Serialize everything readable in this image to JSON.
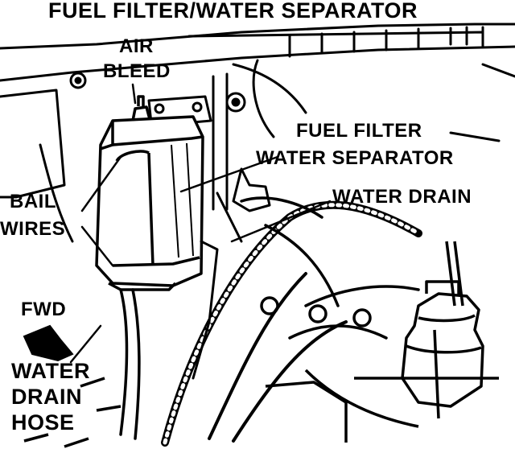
{
  "title": "FUEL FILTER/WATER SEPARATOR",
  "labels": {
    "air_bleed": [
      "AIR",
      "BLEED"
    ],
    "fuel_filter": [
      "FUEL FILTER",
      "WATER SEPARATOR"
    ],
    "water_drain": "WATER DRAIN",
    "bail_wires": [
      "BAIL",
      "WIRES"
    ],
    "fwd": "FWD",
    "water_drain_hose": [
      "WATER",
      "DRAIN",
      "HOSE"
    ]
  },
  "colors": {
    "ink": "#000000",
    "paper": "#ffffff"
  }
}
